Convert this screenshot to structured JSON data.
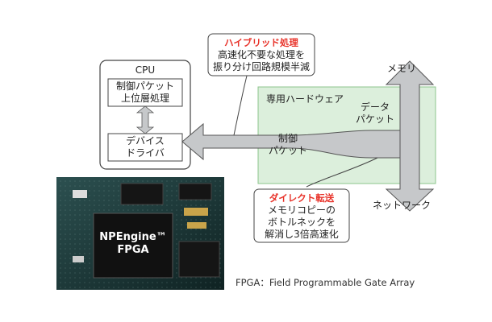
{
  "cpu": {
    "title": "CPU",
    "upper_box": [
      "制御パケット",
      "上位層処理"
    ],
    "lower_box": [
      "デバイス",
      "ドライバ"
    ]
  },
  "hw": {
    "label": "専用ハードウェア"
  },
  "callout_hybrid": {
    "title": "ハイブリッド処理",
    "lines": [
      "高速化不要な処理を",
      "振り分け回路規模半減"
    ],
    "title_color": "#e8332a"
  },
  "callout_direct": {
    "title": "ダイレクト転送",
    "lines": [
      "メモリコピーの",
      "ボトルネックを",
      "解消し3倍高速化"
    ],
    "title_color": "#e8332a"
  },
  "labels": {
    "memory": "メモリ",
    "network": "ネットワーク",
    "data_packet": [
      "データ",
      "パケット"
    ],
    "control_packet": [
      "制御",
      "パケット"
    ]
  },
  "chip": {
    "label_line1": "NPEngine™",
    "label_line2": "FPGA"
  },
  "footnote": "FPGA：Field Programmable Gate Array",
  "colors": {
    "hw_fill": "#dcefdc",
    "hw_border": "#8cc48c",
    "arrow_fill": "#c6c8ca",
    "arrow_stroke": "#555555",
    "accent": "#e8332a"
  }
}
